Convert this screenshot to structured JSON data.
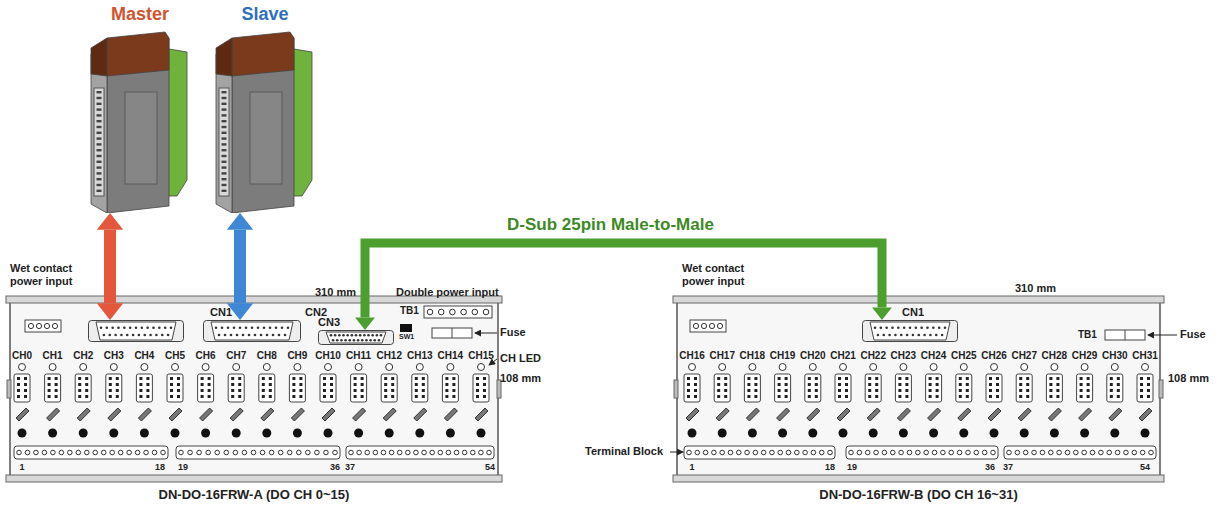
{
  "diagram": {
    "nodes": [
      {
        "text": [
          "Master"
        ]
      },
      {
        "text": [
          "Slave"
        ]
      },
      {
        "text": [
          "DN-DO-16FRW-A (DO CH 0~15)"
        ]
      },
      {
        "text": [
          "CN1"
        ],
        "in": 2
      },
      {
        "text": [
          "CN2"
        ],
        "in": 2
      },
      {
        "text": [
          "CN3"
        ],
        "in": 2
      },
      {
        "text": [
          "DN-DO-16FRW-B (DO CH 16~31)"
        ]
      },
      {
        "text": [
          "CN1"
        ],
        "in": 6
      }
    ],
    "edges": [
      {
        "from": 0,
        "to": 3,
        "arrow": "both"
      },
      {
        "from": 1,
        "to": 4,
        "arrow": "both"
      },
      {
        "from": 5,
        "to": 7,
        "label": "D-Sub 25pin Male-to-Male",
        "arrow": "both"
      }
    ],
    "labels": [
      "Wet contact power input",
      "310 mm",
      "Double power input",
      "TB1",
      "SW1",
      "Fuse",
      "CH LED",
      "108 mm",
      "CH0",
      "CH1",
      "CH2",
      "CH3",
      "CH4",
      "CH5",
      "CH6",
      "CH7",
      "CH8",
      "CH9",
      "CH10",
      "CH11",
      "CH12",
      "CH13",
      "CH14",
      "CH15",
      "1",
      "18",
      "19",
      "36",
      "37",
      "54",
      "Terminal Block",
      "Wet contact power input",
      "310 mm",
      "TB1",
      "Fuse",
      "108 mm",
      "CH16",
      "CH17",
      "CH18",
      "CH19",
      "CH20",
      "CH21",
      "CH22",
      "CH23",
      "CH24",
      "CH25",
      "CH26",
      "CH27",
      "CH28",
      "CH29",
      "CH30",
      "CH31",
      "1",
      "18",
      "19",
      "36",
      "37",
      "54"
    ]
  }
}
